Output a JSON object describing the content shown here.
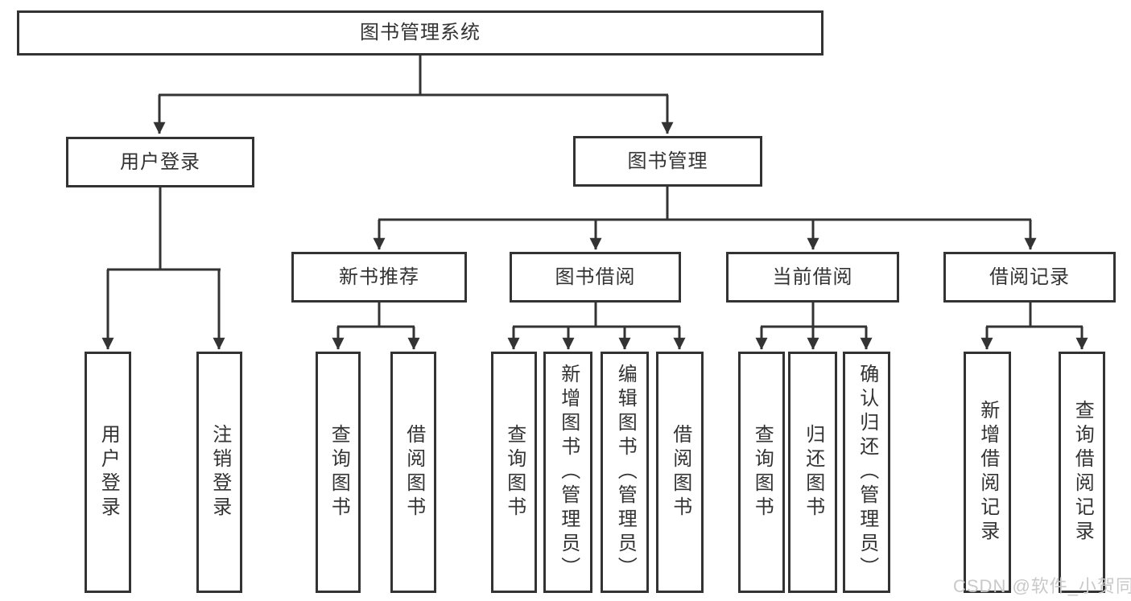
{
  "colors": {
    "line": "#333333",
    "box_border": "#333333",
    "text": "#333333",
    "watermark_text": "#c9c9c9",
    "background": "#ffffff"
  },
  "tree": {
    "root": {
      "label": "图书管理系统"
    },
    "branches": [
      {
        "label": "用户登录",
        "children": [
          {
            "label": "用户登录"
          },
          {
            "label": "注销登录"
          }
        ]
      },
      {
        "label": "图书管理",
        "children": [
          {
            "label": "新书推荐",
            "children": [
              {
                "label": "查询图书"
              },
              {
                "label": "借阅图书"
              }
            ]
          },
          {
            "label": "图书借阅",
            "children": [
              {
                "label": "查询图书"
              },
              {
                "label": "新增图书（管理员）"
              },
              {
                "label": "编辑图书（管理员）"
              },
              {
                "label": "借阅图书"
              }
            ]
          },
          {
            "label": "当前借阅",
            "children": [
              {
                "label": "查询图书"
              },
              {
                "label": "归还图书"
              },
              {
                "label": "确认归还（管理员）"
              }
            ]
          },
          {
            "label": "借阅记录",
            "children": [
              {
                "label": "新增借阅记录"
              },
              {
                "label": "查询借阅记录"
              }
            ]
          }
        ]
      }
    ]
  },
  "watermark": "CSDN @软件_小贺同学"
}
